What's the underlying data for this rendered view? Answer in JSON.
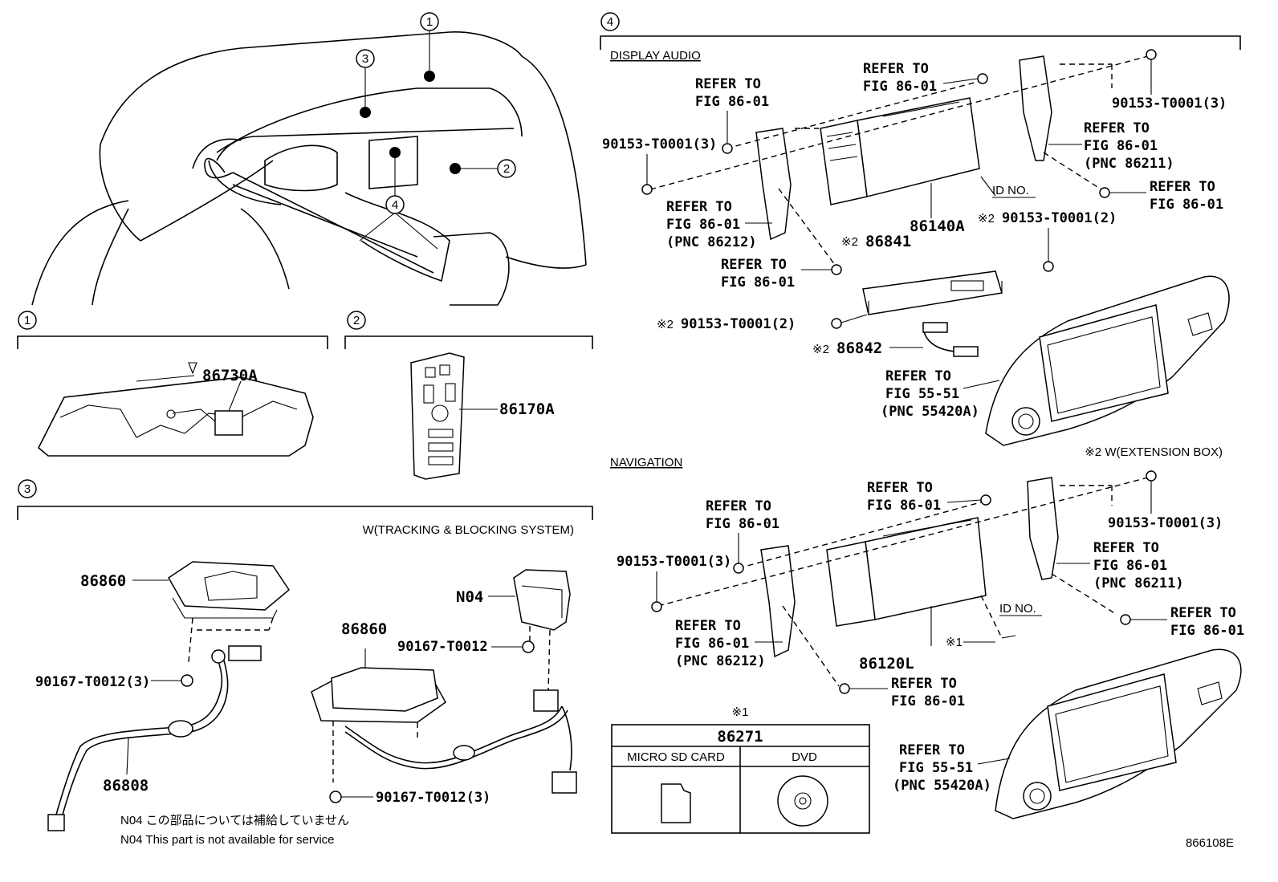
{
  "sections": [
    {
      "marker": "1"
    },
    {
      "marker": "2"
    },
    {
      "marker": "3",
      "subtitle": "W(TRACKING & BLOCKING SYSTEM)"
    },
    {
      "marker": "4"
    }
  ],
  "overview": {
    "callouts": [
      "1",
      "2",
      "3",
      "4"
    ]
  },
  "section1": {
    "parts": [
      "86730A"
    ]
  },
  "section2": {
    "parts": [
      "86170A"
    ]
  },
  "section3": {
    "parts": [
      "86860",
      "86860",
      "N04",
      "90167-T0012",
      "90167-T0012(3)",
      "90167-T0012(3)",
      "86808"
    ],
    "notes": [
      "N04 この部品については補給していません",
      "N04 This part is not available for service"
    ]
  },
  "display_audio": {
    "heading": "DISPLAY AUDIO",
    "refer_to": "REFER TO",
    "fig_86_01": "FIG 86-01",
    "fig_55_51": "FIG 55-51",
    "pnc_86212": "(PNC 86212)",
    "pnc_86211": "(PNC 86211)",
    "pnc_55420a": "(PNC 55420A)",
    "id_no": "ID NO.",
    "bolt3": "90153-T0001(3)",
    "bolt2": "90153-T0001(2)",
    "mark2": "※2",
    "parts": [
      "86140A",
      "86841",
      "86842"
    ],
    "footnote": "※2 W(EXTENSION BOX)"
  },
  "navigation": {
    "heading": "NAVIGATION",
    "parts": [
      "86120L"
    ],
    "mark1": "※1"
  },
  "media_table": {
    "mark": "※1",
    "part": "86271",
    "columns": [
      "MICRO SD CARD",
      "DVD"
    ]
  },
  "figure_id": "866108E"
}
